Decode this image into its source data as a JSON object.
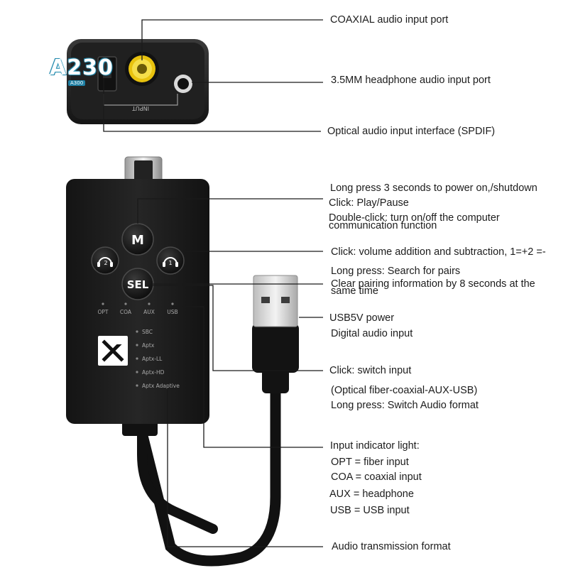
{
  "logo": {
    "text": "A230",
    "subtext": "A300"
  },
  "device_labels": {
    "input": "INPUT",
    "btn_m": "M",
    "btn_sel": "SEL",
    "vol_down": "2",
    "vol_up": "1",
    "indicators": [
      "OPT",
      "COA",
      "AUX",
      "USB"
    ],
    "formats": [
      "SBC",
      "Aptx",
      "Aptx-LL",
      "Aptx-HD",
      "Aptx Adaptive"
    ]
  },
  "callouts": {
    "coaxial": "COAXIAL audio input port",
    "headphone": "3.5MM headphone audio input port",
    "optical": "Optical audio input interface (SPDIF)",
    "power_line1": "Long press 3 seconds to power on,/shutdown",
    "power_line2": "Click: Play/Pause",
    "power_line3": "Double-click: turn on/off the computer",
    "power_line4": "communication function",
    "volume": "Click: volume addition and subtraction, 1=+2 =-",
    "pair_line1": "Long press: Search for pairs",
    "pair_line2": "Clear pairing information by 8 seconds at the",
    "pair_line3": "same time",
    "usb_line1": "USB5V power",
    "usb_line2": "Digital audio input",
    "switch_line1": "Click: switch input",
    "switch_line2": "(Optical fiber-coaxial-AUX-USB)",
    "switch_line3": "Long press: Switch Audio format",
    "ind_line1": "Input indicator light:",
    "ind_line2": "OPT = fiber input",
    "ind_line3": "COA = coaxial input",
    "ind_line4": "AUX = headphone",
    "ind_line5": "USB = USB input",
    "format": "Audio transmission format"
  }
}
